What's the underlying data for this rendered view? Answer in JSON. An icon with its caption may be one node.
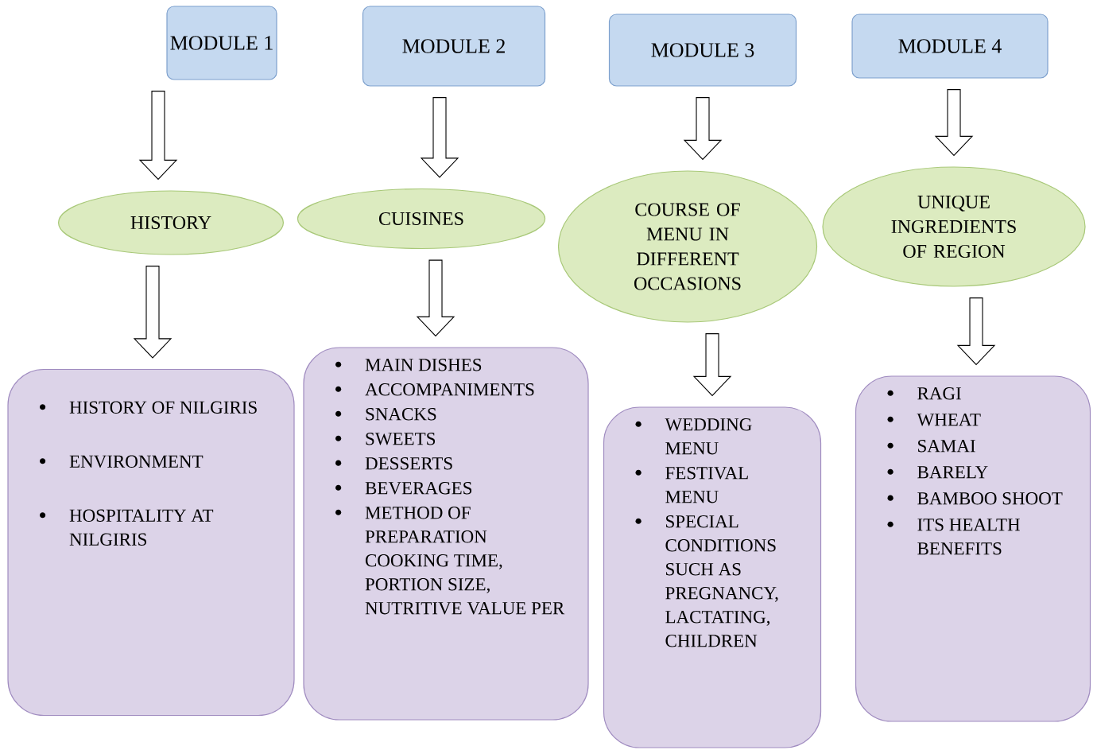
{
  "diagram": {
    "nodes": [
      {
        "text": [
          "MODULE 1"
        ]
      },
      {
        "text": [
          "MODULE 2"
        ]
      },
      {
        "text": [
          "MODULE 3"
        ]
      },
      {
        "text": [
          "MODULE 4"
        ]
      },
      {
        "text": [
          "HISTORY"
        ]
      },
      {
        "text": [
          "CUISINES"
        ]
      },
      {
        "text": [
          "COURSE OF MENU IN DIFFERENT OCCASIONS"
        ]
      },
      {
        "text": [
          "UNIQUE INGREDIENTS OF REGION"
        ]
      },
      {
        "text": [
          "HISTORY OF NILGIRIS",
          "ENVIRONMENT",
          "HOSPITALITY AT NILGIRIS"
        ]
      },
      {
        "text": [
          "MAIN DISHES",
          "ACCOMPANIMENTS",
          "SNACKS",
          "SWEETS",
          "DESSERTS",
          "BEVERAGES",
          "METHOD OF PREPARATION COOKING TIME, PORTION SIZE, NUTRITIVE VALUE PER"
        ]
      },
      {
        "text": [
          "WEDDING MENU",
          "FESTIVAL MENU",
          "SPECIAL CONDITIONS SUCH AS PREGNANCY, LACTATING, CHILDREN"
        ]
      },
      {
        "text": [
          "RAGI",
          "WHEAT",
          "SAMAI",
          "BARELY",
          "BAMBOO SHOOT",
          "ITS HEALTH BENEFITS"
        ]
      }
    ],
    "edges": [
      {
        "from": 0,
        "to": 4,
        "arrow": "to"
      },
      {
        "from": 1,
        "to": 5,
        "arrow": "to"
      },
      {
        "from": 2,
        "to": 6,
        "arrow": "to"
      },
      {
        "from": 3,
        "to": 7,
        "arrow": "to"
      },
      {
        "from": 4,
        "to": 8,
        "arrow": "to"
      },
      {
        "from": 5,
        "to": 9,
        "arrow": "to"
      },
      {
        "from": 6,
        "to": 10,
        "arrow": "to"
      },
      {
        "from": 7,
        "to": 11,
        "arrow": "to"
      }
    ]
  }
}
